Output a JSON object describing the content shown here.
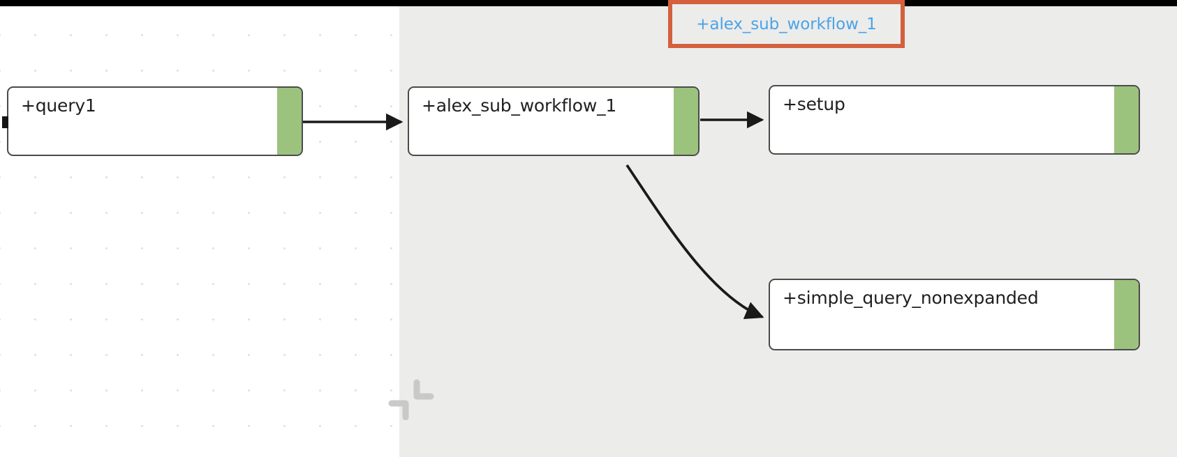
{
  "app": {
    "view": "workflow-graph-canvas",
    "background_color": "#ffffff",
    "subgraph_background_color": "#ececeb",
    "grid_dot_color": "#e2e2e2"
  },
  "subgraph": {
    "title_label": "+alex_sub_workflow_1",
    "title_text_color": "#4aa3e8",
    "highlight_border_color": "#d4603e",
    "collapse_icon_name": "collapse-corners-icon"
  },
  "nodes": [
    {
      "id": "query1",
      "label": "+query1",
      "status_color": "#9cc37e",
      "region": "outer-canvas",
      "has_input_port": true
    },
    {
      "id": "alex_sub_workflow_1",
      "label": "+alex_sub_workflow_1",
      "status_color": "#9cc37e",
      "region": "subgraph",
      "has_input_port": false
    },
    {
      "id": "setup",
      "label": "+setup",
      "status_color": "#9cc37e",
      "region": "subgraph",
      "has_input_port": false
    },
    {
      "id": "simple_query_nonexpanded",
      "label": "+simple_query_nonexpanded",
      "status_color": "#9cc37e",
      "region": "subgraph",
      "has_input_port": false
    }
  ],
  "edges": [
    {
      "from": "query1",
      "to": "alex_sub_workflow_1",
      "style": "straight"
    },
    {
      "from": "alex_sub_workflow_1",
      "to": "setup",
      "style": "straight"
    },
    {
      "from": "alex_sub_workflow_1",
      "to": "simple_query_nonexpanded",
      "style": "curved"
    }
  ]
}
